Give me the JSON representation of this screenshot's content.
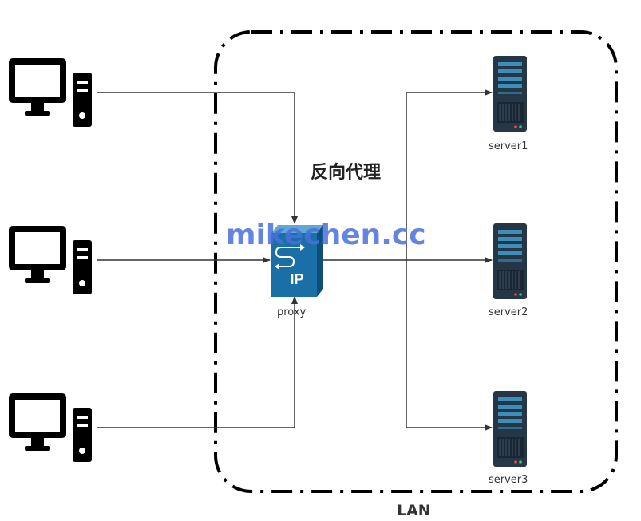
{
  "title": "反向代理",
  "watermark": "mikechen.cc",
  "lan_label": "LAN",
  "proxy": {
    "label": "proxy",
    "badge": "IP",
    "icon": "proxy-ip-icon"
  },
  "clients": [
    {
      "icon": "desktop-computer-icon"
    },
    {
      "icon": "desktop-computer-icon"
    },
    {
      "icon": "desktop-computer-icon"
    }
  ],
  "servers": [
    {
      "label": "server1",
      "icon": "rack-server-icon"
    },
    {
      "label": "server2",
      "icon": "rack-server-icon"
    },
    {
      "label": "server3",
      "icon": "rack-server-icon"
    }
  ],
  "colors": {
    "line": "#333333",
    "computer": "#000000",
    "server_body": "#253746",
    "server_slot": "#3d8fb9",
    "proxy_body": "#1a6fa6",
    "watermark": "#4a6fdc"
  }
}
